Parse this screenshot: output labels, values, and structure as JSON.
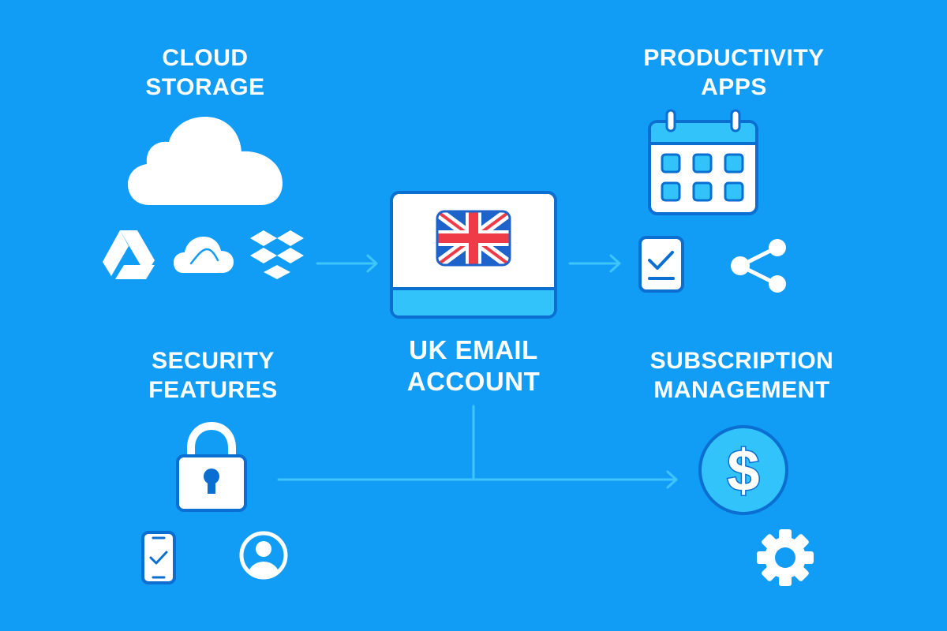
{
  "colors": {
    "background": "#119cf5",
    "icon_white": "#ffffff",
    "icon_outline": "#0a6fd1",
    "accent_light": "#33c3fb",
    "arrow": "#3ec6fb",
    "flag_red": "#ef3b48",
    "flag_blue": "#1e63c9"
  },
  "center": {
    "title_line1": "UK EMAIL",
    "title_line2": "ACCOUNT",
    "icon": "uk-flag-email-card-icon"
  },
  "nodes": [
    {
      "id": "cloud-storage",
      "title_line1": "CLOUD",
      "title_line2": "STORAGE",
      "icons": [
        "cloud-icon",
        "google-drive-icon",
        "onedrive-cloud-icon",
        "dropbox-icon"
      ]
    },
    {
      "id": "productivity-apps",
      "title_line1": "PRODUCTIVITY",
      "title_line2": "APPS",
      "icons": [
        "calendar-icon",
        "checklist-document-icon",
        "share-icon"
      ]
    },
    {
      "id": "security-features",
      "title_line1": "SECURITY",
      "title_line2": "FEATURES",
      "icons": [
        "padlock-icon",
        "phone-verify-icon",
        "user-profile-icon"
      ]
    },
    {
      "id": "subscription-management",
      "title_line1": "SUBSCRIPTION",
      "title_line2": "MANAGEMENT",
      "icons": [
        "dollar-coin-icon",
        "gear-icon"
      ]
    }
  ],
  "connectors": [
    {
      "from": "cloud-storage",
      "to": "uk-email-account",
      "type": "arrow"
    },
    {
      "from": "uk-email-account",
      "to": "productivity-apps",
      "type": "arrow"
    },
    {
      "from": "uk-email-account",
      "to": "security-subscription-line",
      "type": "line"
    },
    {
      "from": "security-features",
      "to": "subscription-management",
      "type": "arrow"
    }
  ]
}
